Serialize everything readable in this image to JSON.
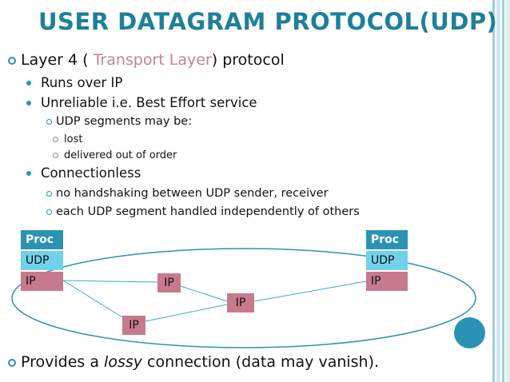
{
  "slide": {
    "title": "USER DATAGRAM PROTOCOL(UDP)",
    "bullet1": {
      "before": "Layer 4 ( ",
      "highlight": "Transport Layer",
      "after": ") protocol"
    },
    "sub1": "Runs over IP",
    "sub2": "Unreliable i.e. Best Effort service",
    "sub2a": "UDP segments may be:",
    "sub2a1": "lost",
    "sub2a2": "delivered out of order",
    "sub3": "Connectionless",
    "sub3a": "no handshaking between UDP sender, receiver",
    "sub3b": "each UDP segment handled independently of others",
    "last": {
      "before": "Provides a ",
      "italic": "lossy",
      "after": " connection (data may vanish)."
    }
  },
  "diagram": {
    "left_stack": {
      "proc": "Proc",
      "udp": "UDP",
      "ip": "IP"
    },
    "right_stack": {
      "proc": "Proc",
      "udp": "UDP",
      "ip": "IP"
    },
    "router1": "IP",
    "router2": "IP",
    "router3": "IP"
  },
  "colors": {
    "title": "#1f7f9a",
    "accent": "#2a93b3",
    "highlight_text": "#c0829d",
    "proc": "#2a93b3",
    "udp": "#6fd2ea",
    "ip": "#c87a8d",
    "links": "#3aa9c8"
  }
}
